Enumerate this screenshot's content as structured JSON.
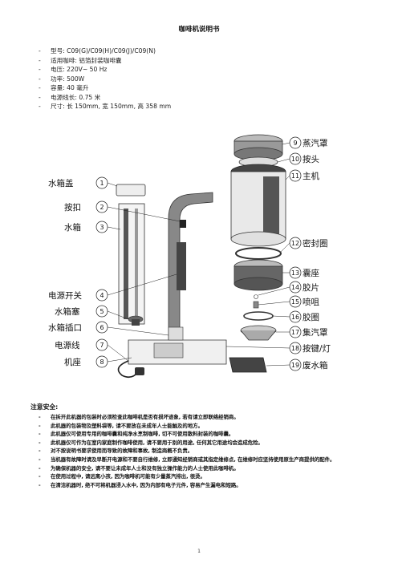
{
  "document": {
    "title": "咖啡机说明书",
    "page_number": "1"
  },
  "specs": [
    "型号: C09(G)/C09(H)/C09(J)/C09(N)",
    "适用咖啡: 铝箔封装咖啡囊",
    "电压: 220V~ 50 Hz",
    "功率: 500W",
    "容量: 40 毫升",
    "电源线长: 0.75 米",
    "尺寸: 长 150mm, 宽 150mm, 高 358 mm"
  ],
  "diagram": {
    "left_parts": [
      {
        "num": "1",
        "label": "水箱盖"
      },
      {
        "num": "2",
        "label": "按扣"
      },
      {
        "num": "3",
        "label": "水箱"
      },
      {
        "num": "4",
        "label": "电源开关"
      },
      {
        "num": "5",
        "label": "水箱塞"
      },
      {
        "num": "6",
        "label": "水箱插口"
      },
      {
        "num": "7",
        "label": "电源线"
      },
      {
        "num": "8",
        "label": "机座"
      }
    ],
    "right_parts": [
      {
        "num": "9",
        "label": "蒸汽罩"
      },
      {
        "num": "10",
        "label": "按头"
      },
      {
        "num": "11",
        "label": "主机"
      },
      {
        "num": "12",
        "label": "密封圈"
      },
      {
        "num": "13",
        "label": "囊座"
      },
      {
        "num": "14",
        "label": "胶片"
      },
      {
        "num": "15",
        "label": "喷咀"
      },
      {
        "num": "16",
        "label": "胶圈"
      },
      {
        "num": "17",
        "label": "集汽罩"
      },
      {
        "num": "18",
        "label": "按键/灯"
      },
      {
        "num": "19",
        "label": "废水箱"
      }
    ]
  },
  "safety": {
    "heading": "注意安全:",
    "items": [
      "在拆开此机器的包装时必须检查此咖啡机是否有损坏迹象, 若有请立即联络经销商。",
      "此机器的包装物及塑料袋等, 请不要放在未成年人士能触及的地方。",
      "此机器仅可使用专用的咖啡囊和纯净水烹制咖啡, 切不可使用散料封装的咖啡囊。",
      "此机器仅可作为在室内家庭制作咖啡使用, 请不要用于别的用途, 任何其它用途均会造成危险。",
      "对不按说明书要求使用而导致的故障和事故, 制造商概不负责。",
      "当机器有故障时请及早断开电源和不要自行维修, 立即通知经销商或其指定维修点, 在维修时应坚持使用原生产商提供的配件。",
      "为确保机器的安全, 请不要让未成年人士和没有独立操作能力的人士使用此咖啡机。",
      "在使用过程中, 请远离小孩, 因为咖啡机可能有少量蒸汽排出, 很烫。",
      "在清洁机器时, 绝不可将机器浸入水中, 因为内部有电子元件, 容易产生漏电和短路。"
    ]
  }
}
